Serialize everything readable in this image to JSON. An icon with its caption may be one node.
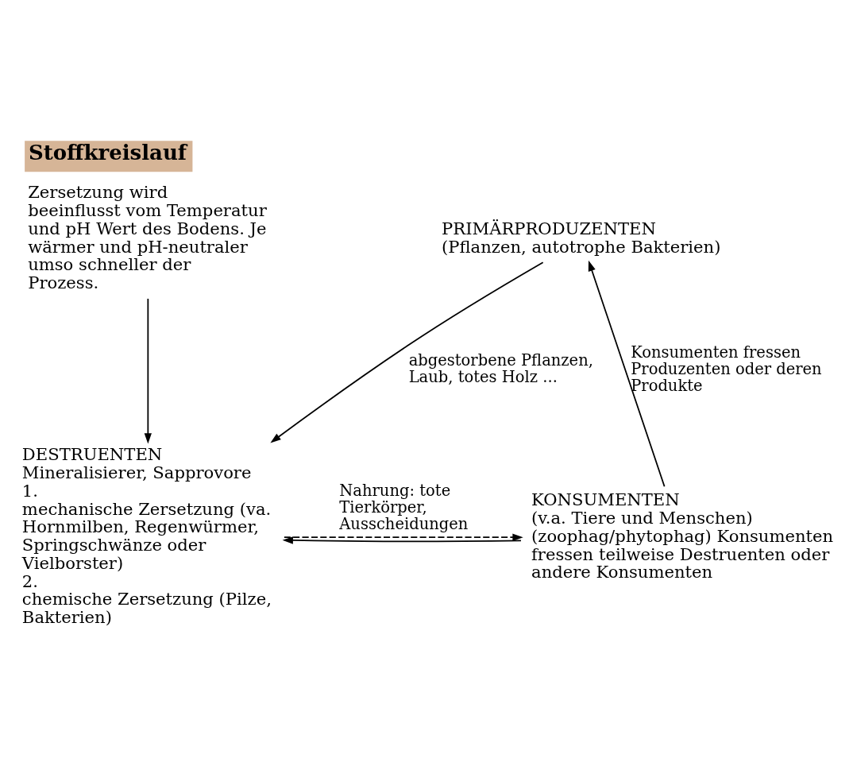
{
  "diagram": {
    "title": "Stoffkreislauf",
    "nodes": [
      {
        "text": [
          "PRIMÄRPRODUZENTEN",
          "(Pflanzen, autotrophe Bakterien)"
        ]
      },
      {
        "text": [
          "KONSUMENTEN",
          "(v.a. Tiere und Menschen)",
          "(zoophag/phytophag) Konsumenten fressen teilweise Destruenten oder andere Konsumenten"
        ]
      },
      {
        "text": [
          "DESTRUENTEN",
          "Mineralisierer, Sapprovore",
          "1.",
          "mechanische Zersetzung (va. Hornmilben, Regenwürmer, Springschwänze oder Vielborster)",
          "2.",
          "chemische Zersetzung (Pilze, Bakterien)"
        ]
      },
      {
        "text": [
          "Zersetzung wird beeinflusst vom Temperatur und pH Wert des Bodens. Je wärmer und pH-neutraler umso schneller der Prozess."
        ]
      }
    ],
    "edges": [
      {
        "from": 0,
        "to": 2,
        "arrow": "to",
        "label": "abgestorbene Pflanzen, Laub, totes Holz ..."
      },
      {
        "from": 1,
        "to": 0,
        "arrow": "to",
        "label": "Konsumenten fressen Produzenten oder deren Produkte"
      },
      {
        "from": 1,
        "to": 2,
        "arrow": "to"
      },
      {
        "from": 2,
        "to": 1,
        "arrow": "to",
        "style": "dashed",
        "label": "Nahrung: tote Tierkörper, Ausscheidungen"
      },
      {
        "from": 3,
        "to": 2,
        "arrow": "to"
      }
    ]
  }
}
